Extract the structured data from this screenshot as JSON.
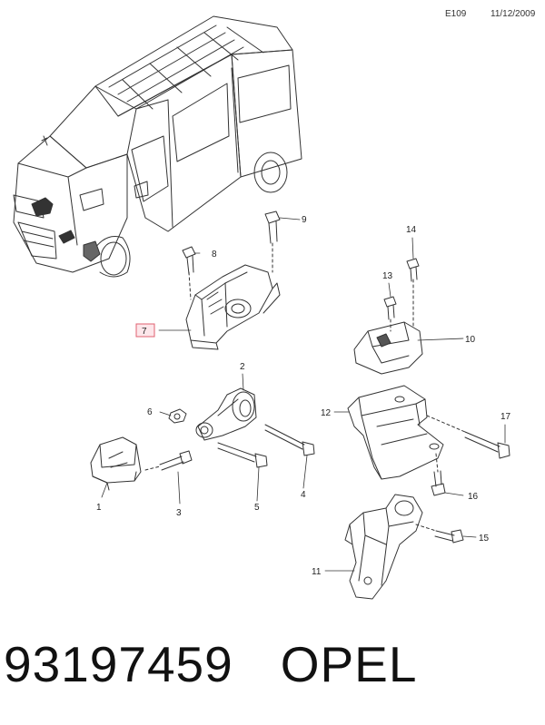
{
  "header": {
    "code": "E109",
    "date": "11/12/2009"
  },
  "footer": {
    "part_number": "93197459",
    "brand": "OPEL"
  },
  "callouts": [
    "1",
    "2",
    "3",
    "4",
    "5",
    "6",
    "7",
    "8",
    "9",
    "10",
    "11",
    "12",
    "13",
    "14",
    "15",
    "16",
    "17"
  ],
  "highlighted_callout": "7",
  "colors": {
    "line": "#333333",
    "highlight_border": "#e06070",
    "highlight_fill": "#fde6ea"
  }
}
